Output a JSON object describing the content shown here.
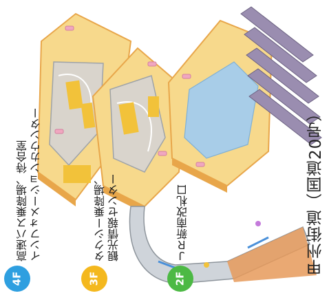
{
  "floors": [
    {
      "id": "4f",
      "badge_text": "4F",
      "color": "#2e9fe0",
      "label_line1": "高速バス乗降場、待合室",
      "label_line2": "インフォメーションカウンター"
    },
    {
      "id": "3f",
      "badge_text": "3F",
      "color": "#f4b81e",
      "label_line1": "タクシー乗降場、",
      "label_line2": "観光情報センター"
    },
    {
      "id": "2f",
      "badge_text": "2F",
      "color": "#4cb944",
      "label_line1": "ＪＲ新南改札口",
      "label_line2": ""
    }
  ],
  "road_label": "甲州街道（国道20号）",
  "colors": {
    "deck_fill": "#f7d98c",
    "deck_edge": "#e8a64a",
    "pink_marker": "#f0a7c0",
    "road": "#cfd4da",
    "road_edge": "#8e959c",
    "platform_tracks": "#9a8db0",
    "concourse_blue": "#a8cde8",
    "yellow_block": "#f2c23a"
  }
}
